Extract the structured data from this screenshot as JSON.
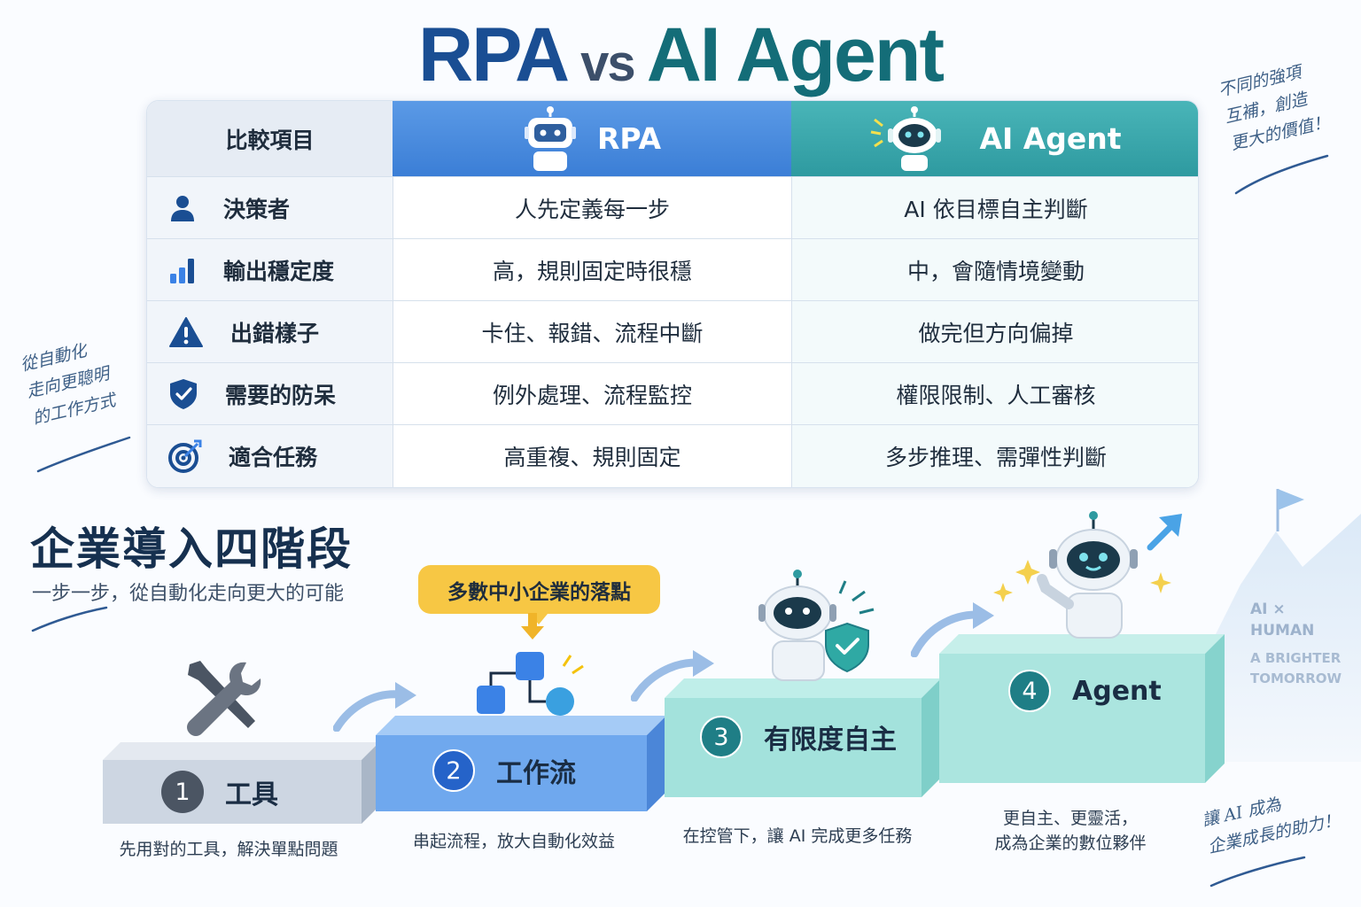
{
  "title": {
    "left": "RPA",
    "vs": "vs",
    "right": "AI Agent"
  },
  "table": {
    "header": {
      "label": "比較項目",
      "rpa": "RPA",
      "ai": "AI Agent"
    },
    "rows": [
      {
        "icon": "person-icon",
        "label": "決策者",
        "rpa": "人先定義每一步",
        "ai": "AI 依目標自主判斷"
      },
      {
        "icon": "bar-chart-icon",
        "label": "輸出穩定度",
        "rpa": "高，規則固定時很穩",
        "ai": "中，會隨情境變動"
      },
      {
        "icon": "warning-icon",
        "label": "出錯樣子",
        "rpa": "卡住、報錯、流程中斷",
        "ai": "做完但方向偏掉"
      },
      {
        "icon": "shield-check-icon",
        "label": "需要的防呆",
        "rpa": "例外處理、流程監控",
        "ai": "權限限制、人工審核"
      },
      {
        "icon": "target-icon",
        "label": "適合任務",
        "rpa": "高重複、規則固定",
        "ai": "多步推理、需彈性判斷"
      }
    ]
  },
  "notes": {
    "left": [
      "從自動化",
      "走向更聰明",
      "的工作方式"
    ],
    "top_right": [
      "不同的強項",
      "互補，創造",
      "更大的價值！"
    ],
    "bottom_right": [
      "讓 AI 成為",
      "企業成長的助力！"
    ]
  },
  "stages_section": {
    "title": "企業導入四階段",
    "subtitle": "一步一步，從自動化走向更大的可能",
    "callout": "多數中小企業的落點",
    "stages": [
      {
        "num": "1",
        "name": "工具",
        "desc": "先用對的工具，解決單點問題",
        "color": "#4b5563"
      },
      {
        "num": "2",
        "name": "工作流",
        "desc": "串起流程，放大自動化效益",
        "color": "#2563c9"
      },
      {
        "num": "3",
        "name": "有限度自主",
        "desc": "在控管下，讓 AI 完成更多任務",
        "color": "#1f7e86"
      },
      {
        "num": "4",
        "name": "Agent",
        "desc_line1": "更自主、更靈活，",
        "desc_line2": "成為企業的數位夥伴",
        "color": "#1f7e86"
      }
    ]
  },
  "mountain_text": [
    "AI ×",
    "HUMAN",
    "A BRIGHTER",
    "TOMORROW"
  ],
  "colors": {
    "rpa": "#3b7ed6",
    "ai": "#2e9aa0",
    "title_dark": "#1a4e93",
    "callout": "#f7c744"
  }
}
